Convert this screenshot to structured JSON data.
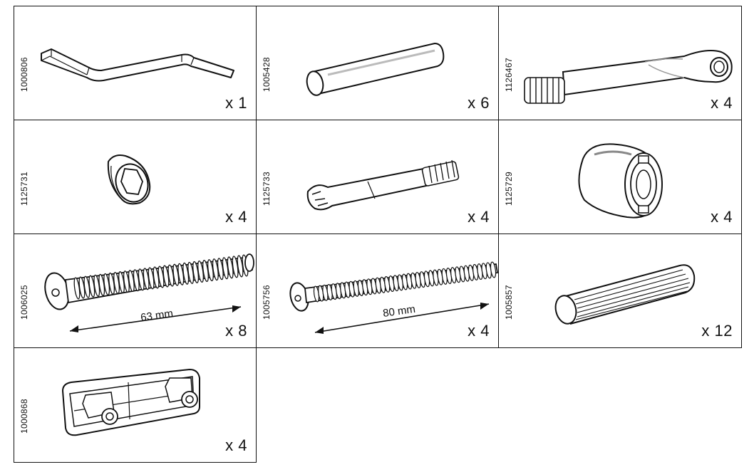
{
  "parts": [
    {
      "code": "1000806",
      "qty": "x 1",
      "icon": "allen-key-icon"
    },
    {
      "code": "1005428",
      "qty": "x 6",
      "icon": "dowel-pin-icon"
    },
    {
      "code": "1126467",
      "qty": "x 4",
      "icon": "eye-bolt-icon"
    },
    {
      "code": "1125731",
      "qty": "x 4",
      "icon": "hex-cap-nut-icon"
    },
    {
      "code": "1125733",
      "qty": "x 4",
      "icon": "cam-bolt-icon"
    },
    {
      "code": "1125729",
      "qty": "x 4",
      "icon": "cam-lock-icon"
    },
    {
      "code": "1006025",
      "qty": "x 8",
      "icon": "long-screw-icon",
      "length": "63 mm"
    },
    {
      "code": "1005756",
      "qty": "x 4",
      "icon": "long-screw-icon",
      "length": "80 mm"
    },
    {
      "code": "1005857",
      "qty": "x 12",
      "icon": "fluted-dowel-icon"
    },
    {
      "code": "1000868",
      "qty": "x 4",
      "icon": "connector-bracket-icon"
    }
  ]
}
